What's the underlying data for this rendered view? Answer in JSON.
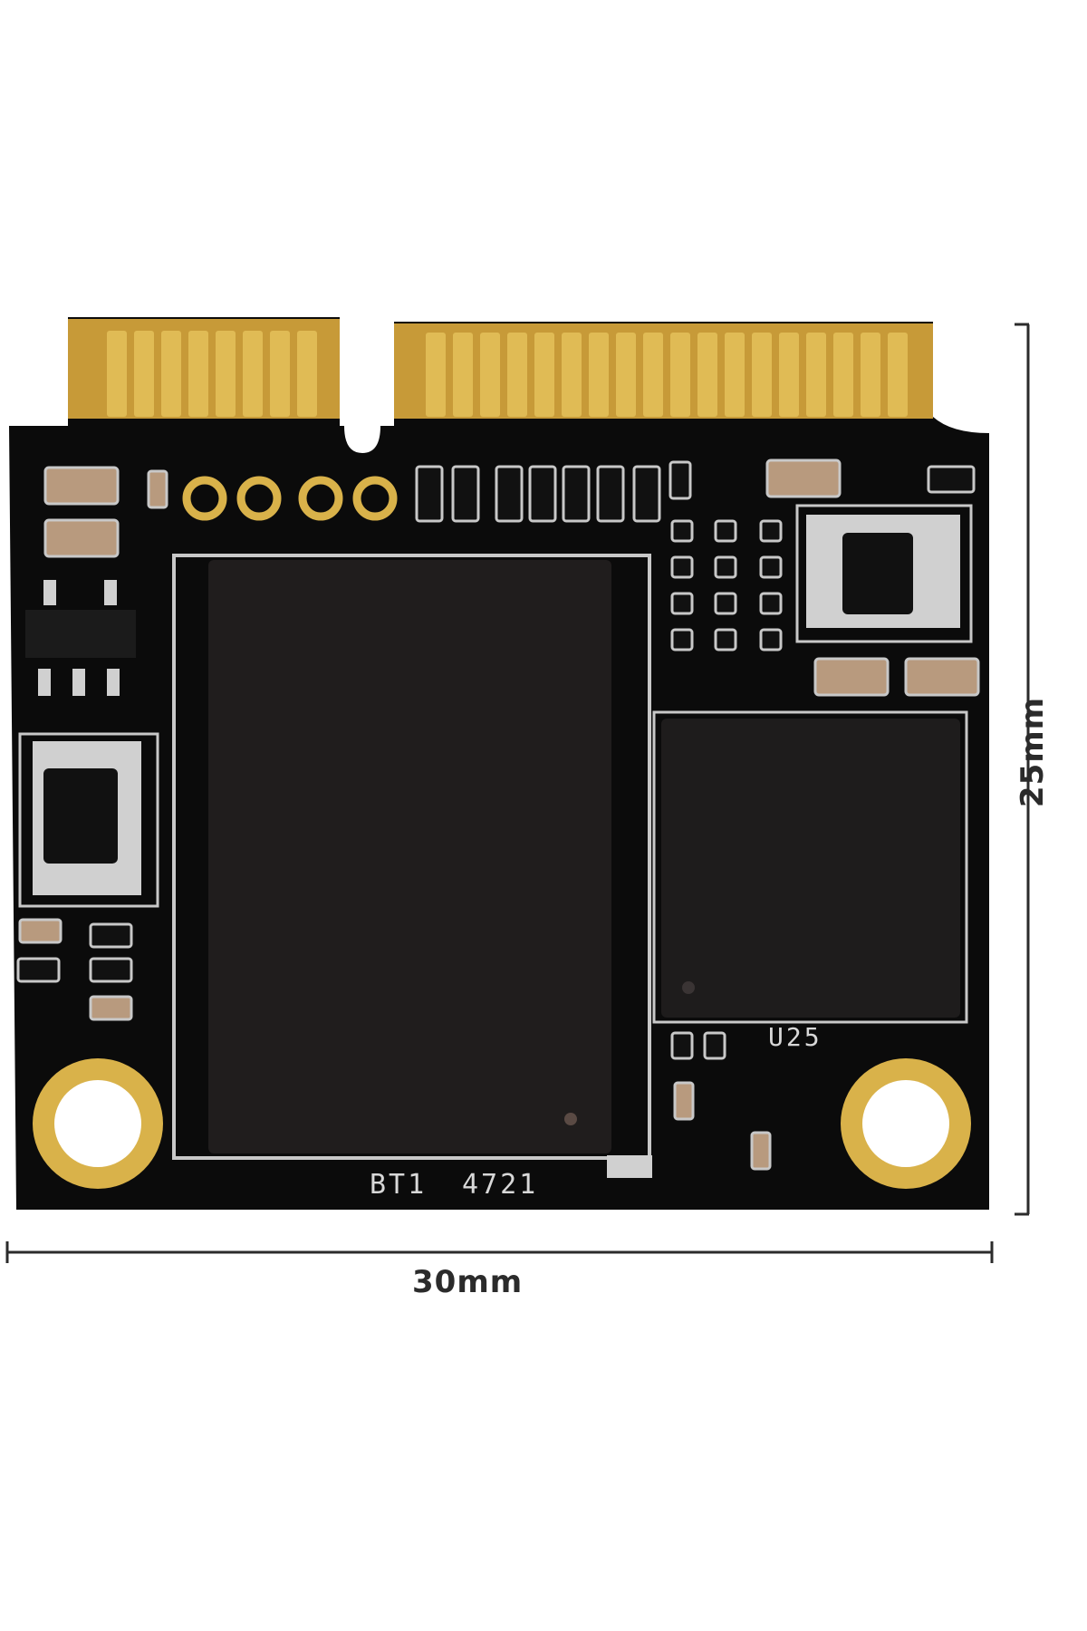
{
  "image": {
    "subject": "mSATA half-size SSD",
    "colors": {
      "background": "#ffffff",
      "pcb": "#0b0b0b",
      "gold": "#d9b24a",
      "silkscreen": "#cfcfcf",
      "chip": "#1d1b1b",
      "dimension_line": "#2b2b2b"
    }
  },
  "dimensions": {
    "width_label": "30mm",
    "height_label": "25mm"
  },
  "board_markings": {
    "bt": "BT1",
    "code": "4721",
    "chip_ref": "U25"
  }
}
